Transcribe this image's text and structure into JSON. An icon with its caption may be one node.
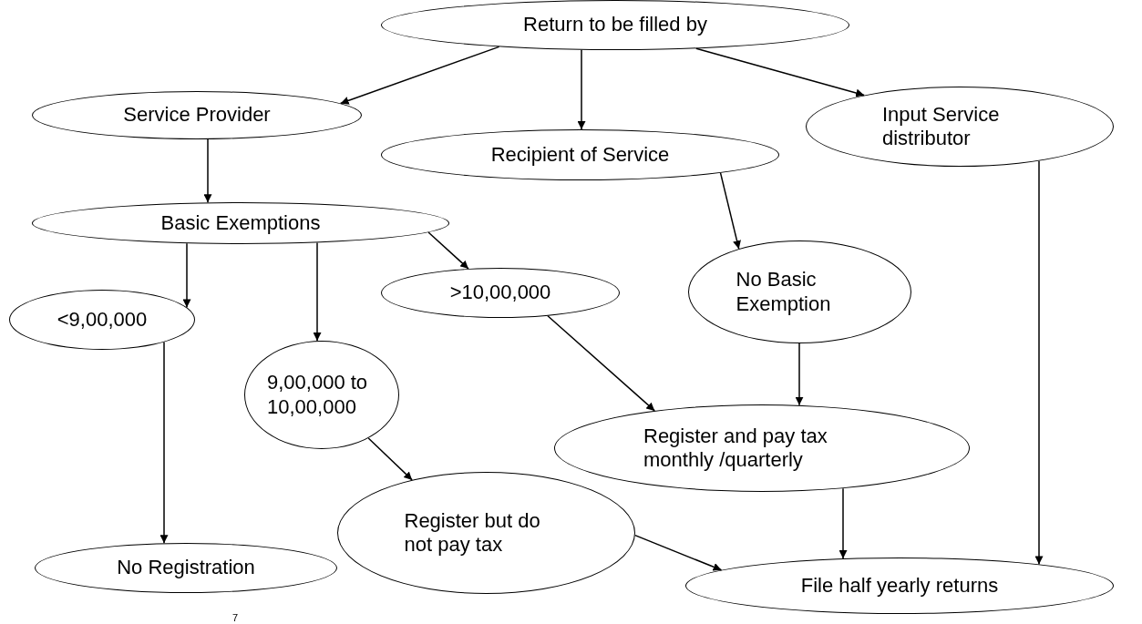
{
  "diagram": {
    "nodes": [
      {
        "text": [
          "Return to be filled by"
        ]
      },
      {
        "text": [
          "Service Provider"
        ]
      },
      {
        "text": [
          "Recipient of Service"
        ]
      },
      {
        "text": [
          "Input Service distributor"
        ]
      },
      {
        "text": [
          "Basic Exemptions"
        ]
      },
      {
        "text": [
          "<9,00,000"
        ]
      },
      {
        "text": [
          ">10,00,000"
        ]
      },
      {
        "text": [
          "No Basic Exemption"
        ]
      },
      {
        "text": [
          "9,00,000 to 10,00,000"
        ]
      },
      {
        "text": [
          "Register and pay tax monthly /quarterly"
        ]
      },
      {
        "text": [
          "No Registration"
        ]
      },
      {
        "text": [
          "Register but do not pay tax"
        ]
      },
      {
        "text": [
          "File half yearly returns"
        ]
      }
    ],
    "edges": [
      {
        "from": 0,
        "to": 1,
        "arrow": "to"
      },
      {
        "from": 0,
        "to": 2,
        "arrow": "to"
      },
      {
        "from": 0,
        "to": 3,
        "arrow": "to"
      },
      {
        "from": 1,
        "to": 4,
        "arrow": "to"
      },
      {
        "from": 2,
        "to": 7,
        "arrow": "to"
      },
      {
        "from": 4,
        "to": 5,
        "arrow": "to"
      },
      {
        "from": 4,
        "to": 8,
        "arrow": "to"
      },
      {
        "from": 4,
        "to": 6,
        "arrow": "to"
      },
      {
        "from": 5,
        "to": 10,
        "arrow": "to"
      },
      {
        "from": 6,
        "to": 9,
        "arrow": "to"
      },
      {
        "from": 7,
        "to": 9,
        "arrow": "to"
      },
      {
        "from": 8,
        "to": 11,
        "arrow": "to"
      },
      {
        "from": 3,
        "to": 12,
        "arrow": "to"
      },
      {
        "from": 9,
        "to": 12,
        "arrow": "to"
      },
      {
        "from": 11,
        "to": 12,
        "arrow": "to"
      }
    ],
    "labels": [
      "7"
    ]
  }
}
